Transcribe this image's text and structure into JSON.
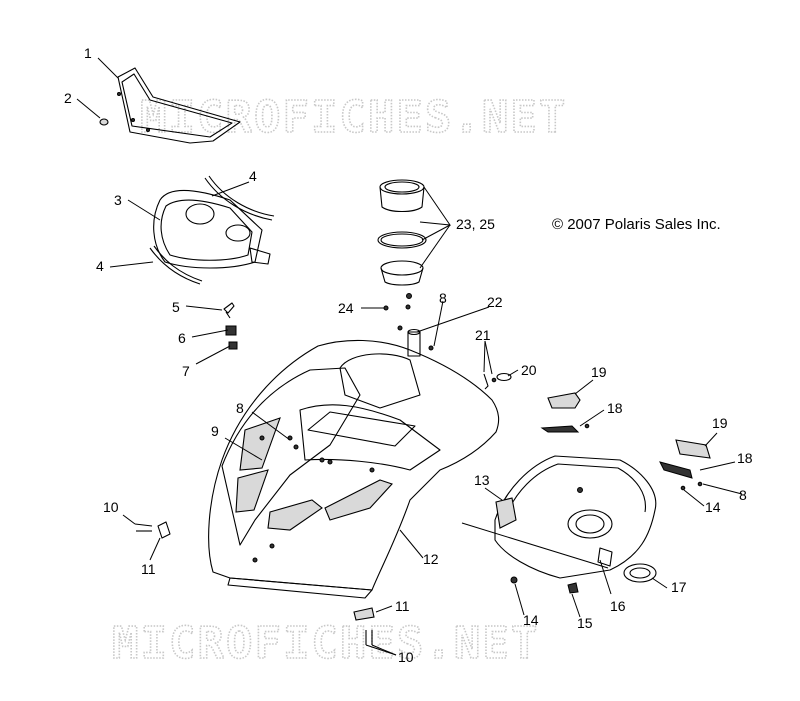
{
  "copyright": "© 2007 Polaris Sales Inc.",
  "watermark": "MICROFICHES.NET",
  "callouts": {
    "c1": "1",
    "c2": "2",
    "c3": "3",
    "c4a": "4",
    "c4b": "4",
    "c5": "5",
    "c6": "6",
    "c7": "7",
    "c8a": "8",
    "c8b": "8",
    "c8c": "8",
    "c9": "9",
    "c10a": "10",
    "c10b": "10",
    "c11a": "11",
    "c11b": "11",
    "c12": "12",
    "c13": "13",
    "c14a": "14",
    "c14b": "14",
    "c15": "15",
    "c16": "16",
    "c17": "17",
    "c18a": "18",
    "c18b": "18",
    "c19a": "19",
    "c19b": "19",
    "c20": "20",
    "c21": "21",
    "c22": "22",
    "c23": "23, 25",
    "c24": "24"
  }
}
